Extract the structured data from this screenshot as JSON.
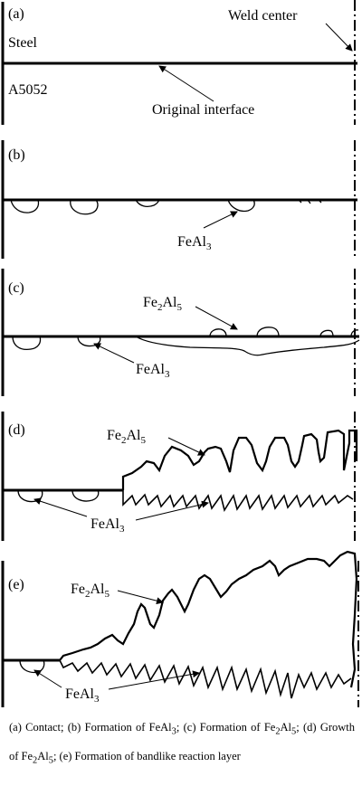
{
  "panels": [
    {
      "id": "a",
      "label": "(a)",
      "material_top": "Steel",
      "material_bottom": "A5052",
      "weld_center": "Weld center",
      "interface": "Original interface"
    },
    {
      "id": "b",
      "label": "(b)",
      "phase1": "FeAl",
      "phase1_sub": "3"
    },
    {
      "id": "c",
      "label": "(c)",
      "phase2": "Fe",
      "phase2_sub1": "2",
      "phase2_mid": "Al",
      "phase2_sub2": "5",
      "phase1": "FeAl",
      "phase1_sub": "3"
    },
    {
      "id": "d",
      "label": "(d)",
      "phase2": "Fe",
      "phase2_sub1": "2",
      "phase2_mid": "Al",
      "phase2_sub2": "5",
      "phase1": "FeAl",
      "phase1_sub": "3"
    },
    {
      "id": "e",
      "label": "(e)",
      "phase2": "Fe",
      "phase2_sub1": "2",
      "phase2_mid": "Al",
      "phase2_sub2": "5",
      "phase1": "FeAl",
      "phase1_sub": "3"
    }
  ],
  "caption": {
    "l1": "(a) Contact; (b) Formation of FeAl",
    "l1s": "3",
    "l2": "; (c) Formation of",
    "l3": "Fe",
    "l3s1": "2",
    "l3m": "Al",
    "l3s2": "5",
    "l4": "; (d) Growth of Fe",
    "l4s1": "2",
    "l4m": "Al",
    "l4s2": "5",
    "l5": "; (e) Formation of bandlike reaction layer"
  }
}
